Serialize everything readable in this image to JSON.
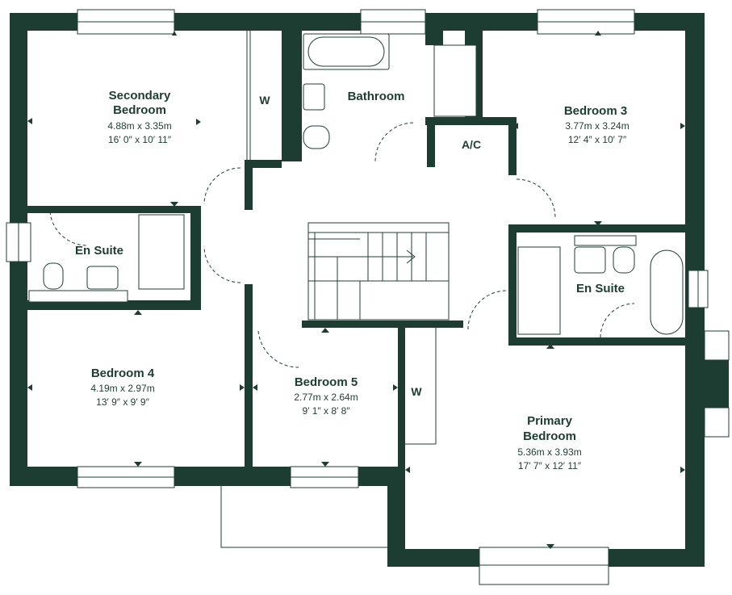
{
  "colors": {
    "wall": "#1e3d32",
    "background": "#ffffff"
  },
  "rooms": {
    "secondary_bedroom": {
      "name_line1": "Secondary",
      "name_line2": "Bedroom",
      "metric": "4.88m x 3.35m",
      "imperial": "16′ 0″ x 10′ 11″"
    },
    "bathroom": {
      "name": "Bathroom"
    },
    "wardrobe_top": {
      "name": "W"
    },
    "bedroom_3": {
      "name": "Bedroom 3",
      "metric": "3.77m x 3.24m",
      "imperial": "12′ 4″ x 10′ 7″"
    },
    "airing_cupboard": {
      "name": "A/C"
    },
    "en_suite_left": {
      "name": "En Suite"
    },
    "en_suite_right": {
      "name": "En Suite"
    },
    "bedroom_4": {
      "name": "Bedroom 4",
      "metric": "4.19m x 2.97m",
      "imperial": "13′ 9″ x 9′ 9″"
    },
    "bedroom_5": {
      "name": "Bedroom 5",
      "metric": "2.77m x 2.64m",
      "imperial": "9′ 1″ x 8′ 8″"
    },
    "wardrobe_bottom": {
      "name": "W"
    },
    "primary_bedroom": {
      "name_line1": "Primary",
      "name_line2": "Bedroom",
      "metric": "5.36m x 3.93m",
      "imperial": "17′ 7″ x 12′ 11″"
    }
  }
}
